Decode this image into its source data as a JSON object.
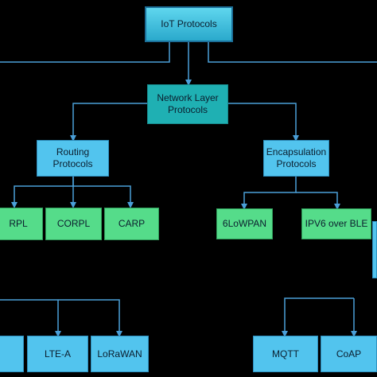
{
  "nodes": {
    "iot_protocols": "IoT Protocols",
    "network_layer": "Network Layer\nProtocols",
    "routing": "Routing\nProtocols",
    "encapsulation": "Encapsulation\nProtocols",
    "rpl": "RPL",
    "corpl": "CORPL",
    "carp": "CARP",
    "sixlowpan": "6LoWPAN",
    "ipv6_ble": "IPV6 over BLE",
    "lte_a": "LTE-A",
    "lorawan": "LoRaWAN",
    "mqtt": "MQTT",
    "coap": "CoAP"
  },
  "colors": {
    "connector": "#4a9fd8",
    "root_fill": "#3cc0e0",
    "teal_fill": "#1fb0b3",
    "blue_fill": "#52c4ee",
    "green_fill": "#55dc8a"
  }
}
